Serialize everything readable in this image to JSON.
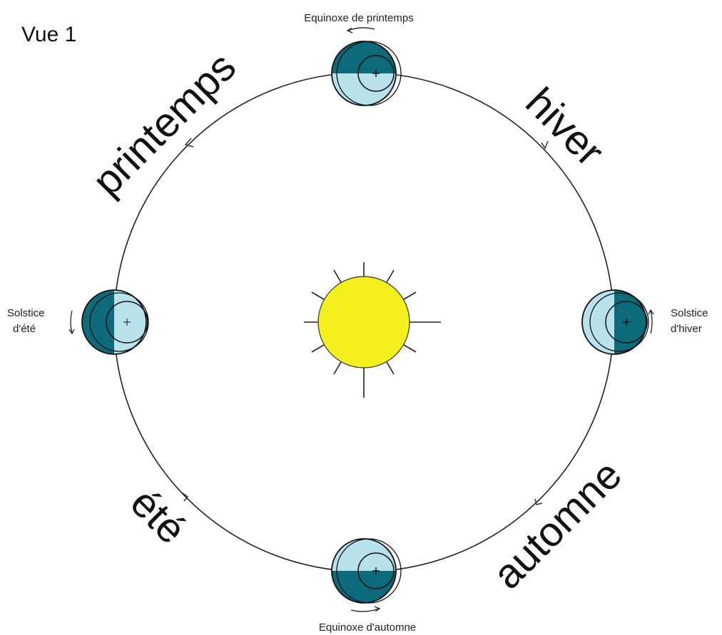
{
  "view_label": "Vue 1",
  "seasons": {
    "spring": "printemps",
    "winter": "hiver",
    "summer": "été",
    "autumn": "automne"
  },
  "events": {
    "spring_equinox": "Equinoxe de printemps",
    "autumn_equinox": "Equinoxe d'automne",
    "summer_solstice_line1": "Solstice",
    "summer_solstice_line2": "d'été",
    "winter_solstice_line1": "Solstice",
    "winter_solstice_line2": "d'hiver"
  },
  "colors": {
    "orbit": "#222222",
    "sun": "#f5ef1e",
    "earth_dark": "#0c6a7a",
    "earth_light": "#b8e1ec",
    "outline": "#111111"
  }
}
